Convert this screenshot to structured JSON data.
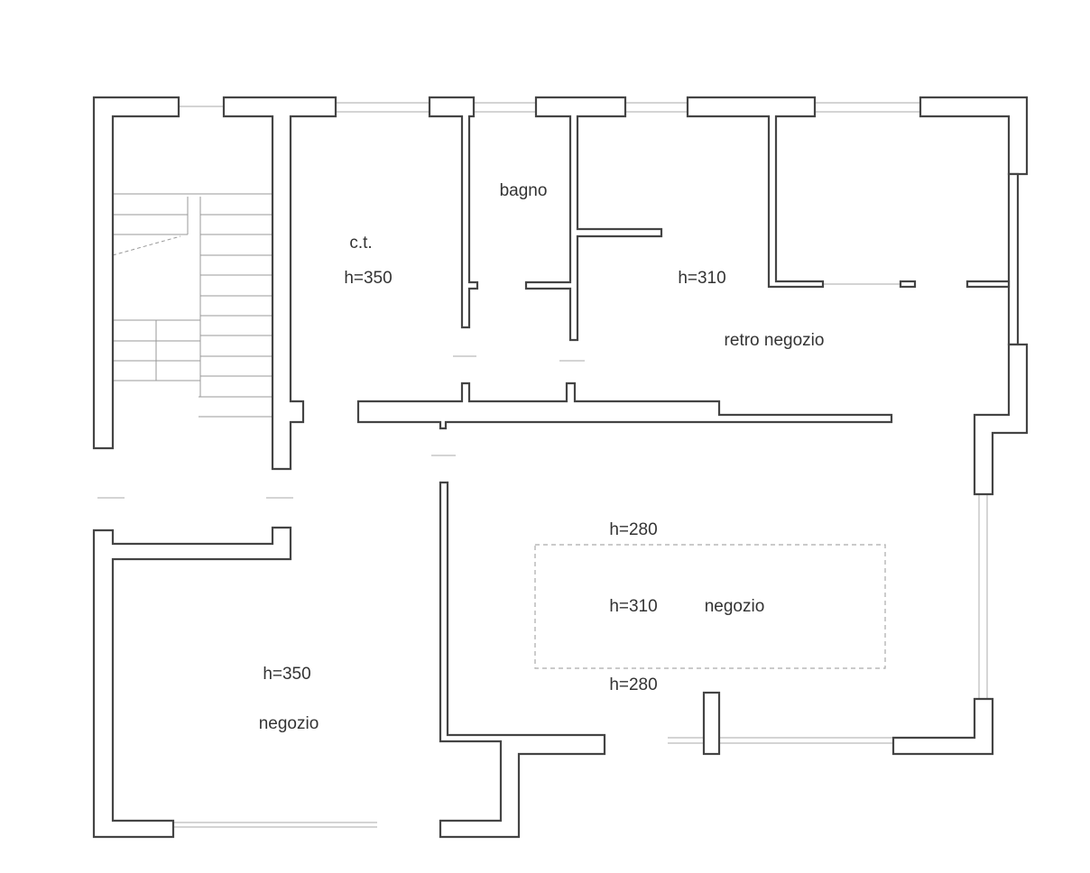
{
  "plan": {
    "rooms": {
      "ct_name": "c.t.",
      "ct_height": "h=350",
      "bagno_name": "bagno",
      "retro_height": "h=310",
      "retro_name": "retro negozio",
      "shop_right_height_top": "h=280",
      "shop_right_height_mid": "h=310",
      "shop_right_name": "negozio",
      "shop_right_height_bottom": "h=280",
      "shop_left_height": "h=350",
      "shop_left_name": "negozio"
    },
    "colors": {
      "wall": "#444444",
      "background": "#ffffff"
    }
  }
}
